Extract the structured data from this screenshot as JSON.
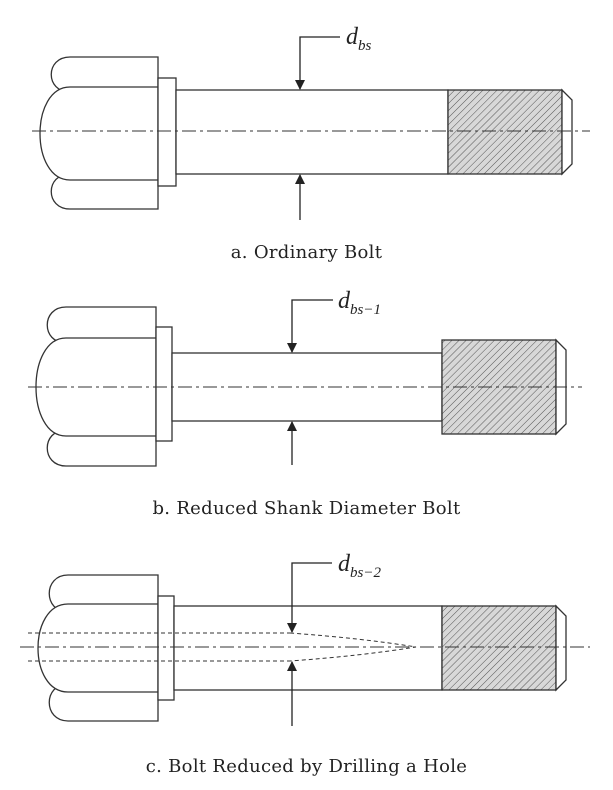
{
  "diagrams": [
    {
      "caption": "a. Ordinary Bolt",
      "symbol": "d",
      "subscript": "bs"
    },
    {
      "caption": "b. Reduced Shank Diameter Bolt",
      "symbol": "d",
      "subscript": "bs−1"
    },
    {
      "caption": "c. Bolt Reduced by Drilling a Hole",
      "symbol": "d",
      "subscript": "bs−2"
    }
  ],
  "colors": {
    "line": "#333333",
    "hatch": "#555555",
    "thread_fill": "#d8d8d8"
  }
}
